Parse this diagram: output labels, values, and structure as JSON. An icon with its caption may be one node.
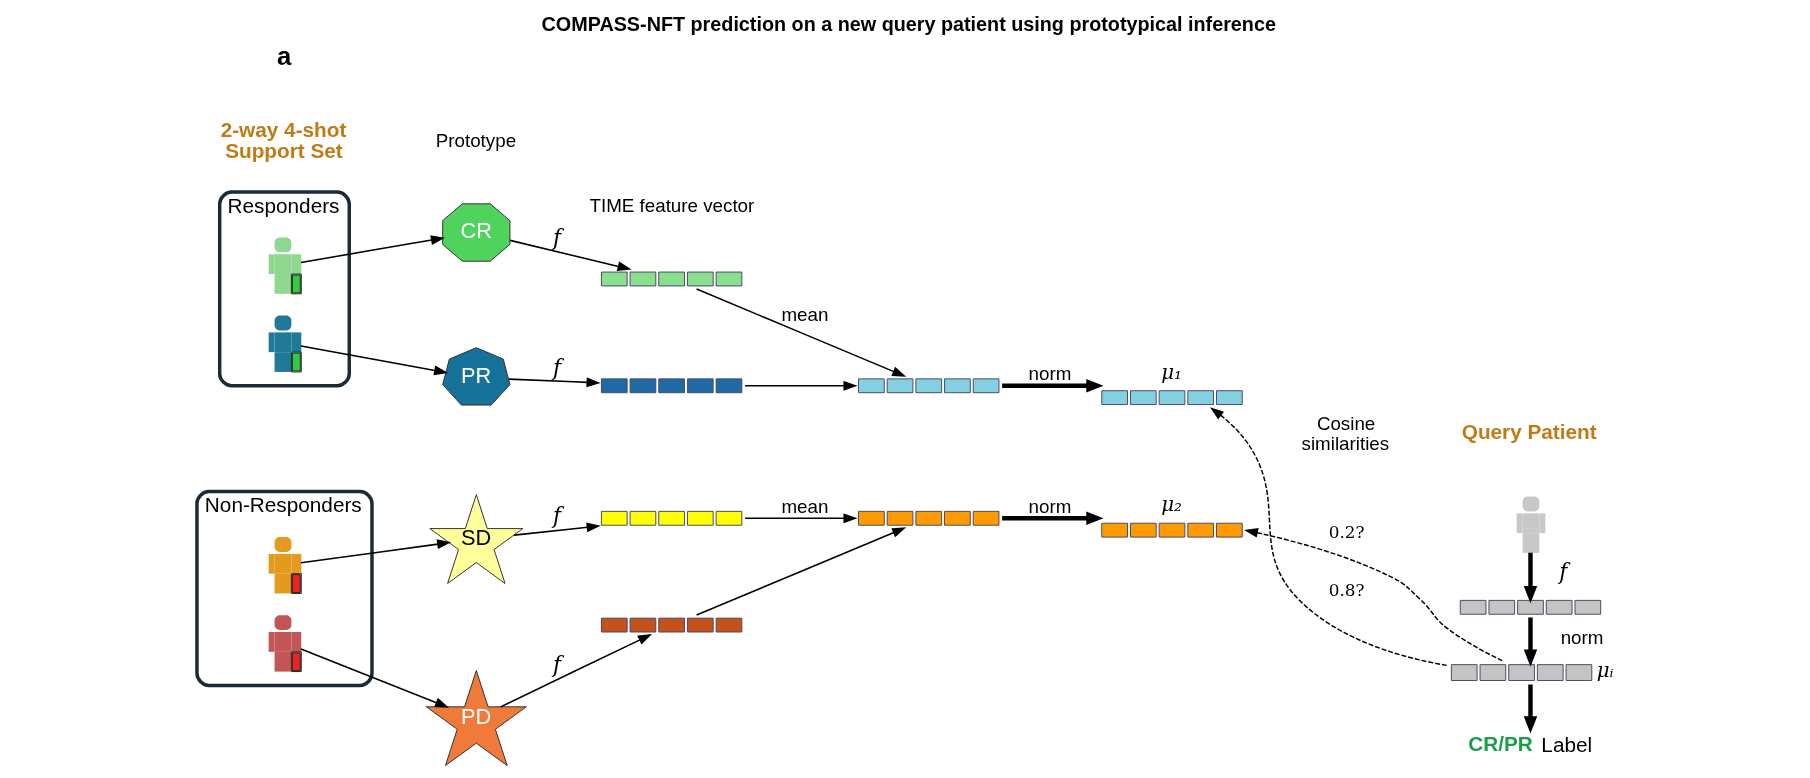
{
  "diagram": {
    "title": "COMPASS-NFT prediction on a new query patient using prototypical inference",
    "nodes": [
      {
        "text": [
          "Responders"
        ]
      },
      {
        "text": [],
        "shape": "person",
        "in": 0
      },
      {
        "text": [],
        "shape": "person",
        "in": 0
      },
      {
        "text": [
          "Non-Responders"
        ]
      },
      {
        "text": [],
        "shape": "person",
        "in": 3
      },
      {
        "text": [],
        "shape": "person",
        "in": 3
      },
      {
        "text": [
          "CR"
        ]
      },
      {
        "text": [
          "PR"
        ]
      },
      {
        "text": [
          "SD"
        ]
      },
      {
        "text": [
          "PD"
        ]
      },
      {
        "text": [],
        "shape": "bar"
      },
      {
        "text": [],
        "shape": "bar"
      },
      {
        "text": [],
        "shape": "bar"
      },
      {
        "text": [],
        "shape": "bar"
      },
      {
        "text": [],
        "shape": "bar"
      },
      {
        "text": [],
        "shape": "bar"
      },
      {
        "text": [],
        "shape": "bar",
        "beside": [
          "μ₁"
        ]
      },
      {
        "text": [],
        "shape": "bar",
        "beside": [
          "μ₂"
        ]
      },
      {
        "text": [],
        "shape": "person"
      },
      {
        "text": [],
        "shape": "bar"
      },
      {
        "text": [],
        "shape": "bar",
        "beside": [
          "μᵢ"
        ]
      },
      {
        "text": [
          "CR/PR",
          "Label"
        ]
      }
    ],
    "edges": [
      {
        "from": 1,
        "to": 6,
        "arrow": "to"
      },
      {
        "from": 2,
        "to": 7,
        "arrow": "to"
      },
      {
        "from": 4,
        "to": 8,
        "arrow": "to"
      },
      {
        "from": 5,
        "to": 9,
        "arrow": "to"
      },
      {
        "from": 6,
        "to": 10,
        "arrow": "to",
        "label": "f"
      },
      {
        "from": 7,
        "to": 11,
        "arrow": "to",
        "label": "f"
      },
      {
        "from": 8,
        "to": 12,
        "arrow": "to",
        "label": "f"
      },
      {
        "from": 9,
        "to": 13,
        "arrow": "to",
        "label": "f"
      },
      {
        "from": 10,
        "to": 14,
        "arrow": "to",
        "label": "mean"
      },
      {
        "from": 11,
        "to": 14,
        "arrow": "to"
      },
      {
        "from": 12,
        "to": 15,
        "arrow": "to",
        "label": "mean"
      },
      {
        "from": 13,
        "to": 15,
        "arrow": "to"
      },
      {
        "from": 14,
        "to": 16,
        "arrow": "to",
        "label": "norm",
        "style": "thick"
      },
      {
        "from": 15,
        "to": 17,
        "arrow": "to",
        "label": "norm",
        "style": "thick"
      },
      {
        "from": 18,
        "to": 19,
        "arrow": "to",
        "label": "f",
        "style": "thick"
      },
      {
        "from": 19,
        "to": 20,
        "arrow": "to",
        "label": "norm",
        "style": "thick"
      },
      {
        "from": 20,
        "to": 21,
        "arrow": "to",
        "style": "thick"
      },
      {
        "from": 20,
        "to": 16,
        "arrow": "to",
        "label": "0.8?",
        "style": "dashed"
      },
      {
        "from": 20,
        "to": 17,
        "arrow": "to",
        "label": "0.2?",
        "style": "dashed"
      }
    ],
    "labels": [
      "a",
      "2-way 4-shot Support Set",
      "Query Patient",
      "Prototype",
      "TIME feature vector",
      "Cosine similarities"
    ]
  }
}
